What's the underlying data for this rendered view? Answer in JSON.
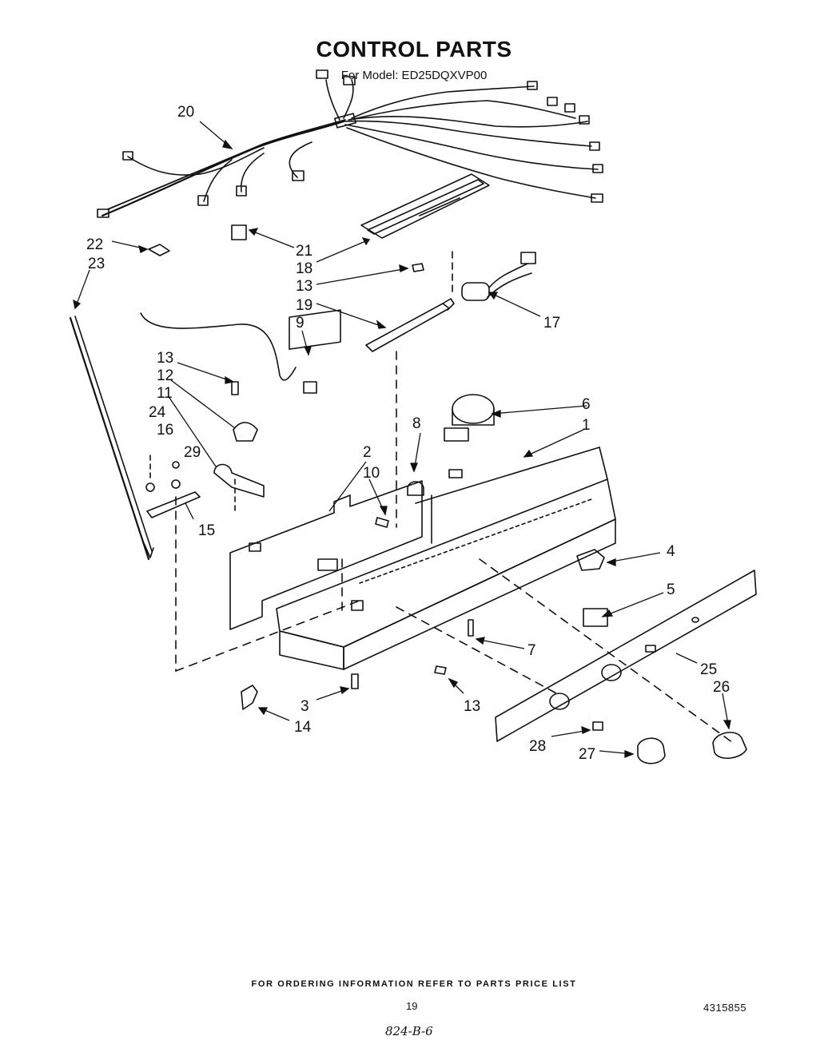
{
  "header": {
    "title": "CONTROL PARTS",
    "model_label": "For Model: ED25DQXVP00"
  },
  "callouts": {
    "p20": "20",
    "p21": "21",
    "p22": "22",
    "p23": "23",
    "p18": "18",
    "p13a": "13",
    "p19": "19",
    "p17": "17",
    "p9": "9",
    "p13b": "13",
    "p12": "12",
    "p11": "11",
    "p24": "24",
    "p16": "16",
    "p29": "29",
    "p2": "2",
    "p10": "10",
    "p8": "8",
    "p6": "6",
    "p1": "1",
    "p15": "15",
    "p4": "4",
    "p5": "5",
    "p7": "7",
    "p25": "25",
    "p26": "26",
    "p3": "3",
    "p13c": "13",
    "p14": "14",
    "p28": "28",
    "p27": "27"
  },
  "footer": {
    "ordering_info": "FOR ORDERING INFORMATION REFER TO PARTS PRICE LIST",
    "page_number": "19",
    "document_number": "4315855",
    "handwritten_note": "824-B-6"
  }
}
